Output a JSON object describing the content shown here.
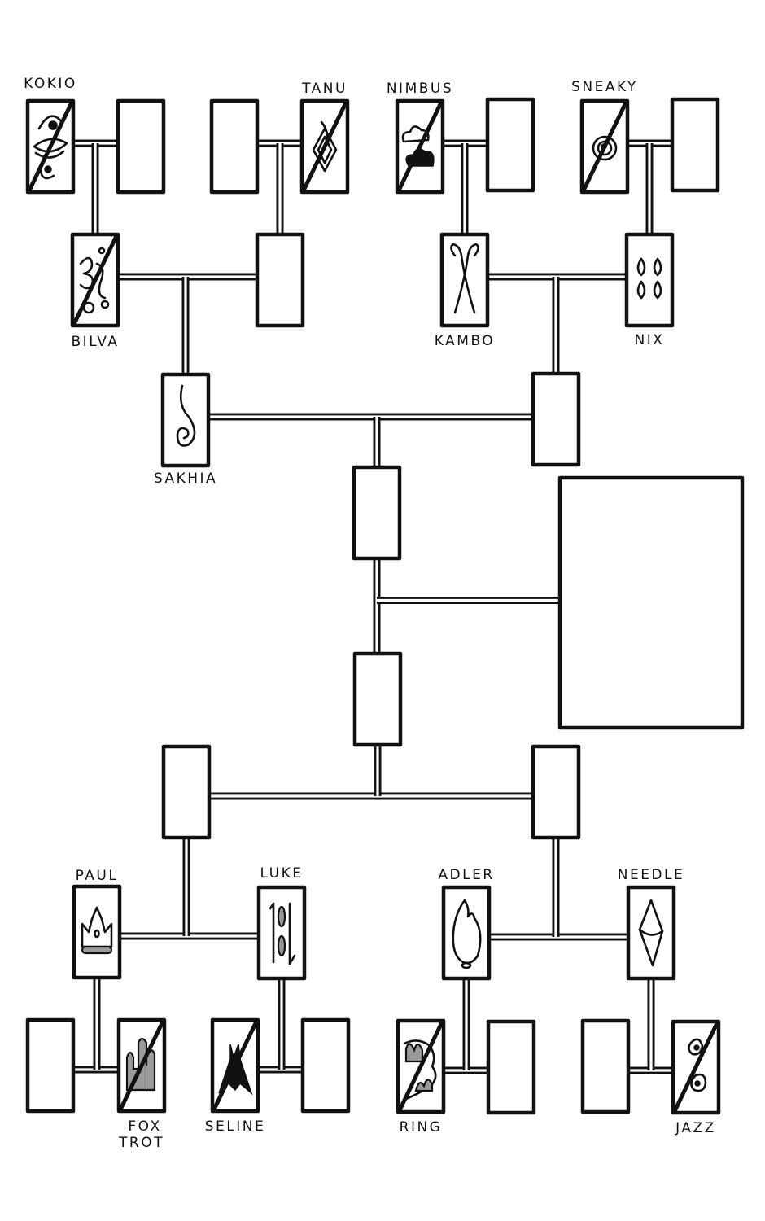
{
  "diagram": {
    "type": "family-tree",
    "title": "",
    "nodes": [
      {
        "id": "kokio",
        "name": "KOKIO",
        "symbol": "eye-swirl-glyph",
        "deceased": true,
        "generation": 1
      },
      {
        "id": "g1b",
        "name": "",
        "symbol": "",
        "deceased": false,
        "generation": 1
      },
      {
        "id": "g1c",
        "name": "",
        "symbol": "",
        "deceased": false,
        "generation": 1
      },
      {
        "id": "tanu",
        "name": "TANU",
        "symbol": "diamond-flame-glyph",
        "deceased": true,
        "generation": 1
      },
      {
        "id": "nimbus",
        "name": "NIMBUS",
        "symbol": "cloud-glyph",
        "deceased": true,
        "generation": 1
      },
      {
        "id": "g1f",
        "name": "",
        "symbol": "",
        "deceased": false,
        "generation": 1
      },
      {
        "id": "sneaky",
        "name": "SNEAKY",
        "symbol": "spiral-face-glyph",
        "deceased": true,
        "generation": 1
      },
      {
        "id": "g1h",
        "name": "",
        "symbol": "",
        "deceased": false,
        "generation": 1
      },
      {
        "id": "bilva",
        "name": "BILVA",
        "symbol": "om-glyph",
        "deceased": true,
        "generation": 2
      },
      {
        "id": "g2b",
        "name": "",
        "symbol": "",
        "deceased": false,
        "generation": 2
      },
      {
        "id": "kambo",
        "name": "KAMBO",
        "symbol": "ram-horns-glyph",
        "deceased": false,
        "generation": 2
      },
      {
        "id": "nix",
        "name": "NIX",
        "symbol": "four-leaves-glyph",
        "deceased": false,
        "generation": 2
      },
      {
        "id": "sakhia",
        "name": "SAKHIA",
        "symbol": "s-curl-glyph",
        "deceased": false,
        "generation": 3
      },
      {
        "id": "g3b",
        "name": "",
        "symbol": "",
        "deceased": false,
        "generation": 3
      },
      {
        "id": "center1",
        "name": "",
        "symbol": "",
        "deceased": false,
        "generation": 4
      },
      {
        "id": "spouse",
        "name": "",
        "symbol": "",
        "deceased": false,
        "generation": 4
      },
      {
        "id": "center2",
        "name": "",
        "symbol": "",
        "deceased": false,
        "generation": 5
      },
      {
        "id": "c6a",
        "name": "",
        "symbol": "",
        "deceased": false,
        "generation": 6
      },
      {
        "id": "c6b",
        "name": "",
        "symbol": "",
        "deceased": false,
        "generation": 6
      },
      {
        "id": "paul",
        "name": "PAUL",
        "symbol": "crown-glyph",
        "deceased": false,
        "generation": 7
      },
      {
        "id": "luke",
        "name": "LUKE",
        "symbol": "arrows-drops-glyph",
        "deceased": false,
        "generation": 7
      },
      {
        "id": "adler",
        "name": "ADLER",
        "symbol": "flame-glyph",
        "deceased": false,
        "generation": 7
      },
      {
        "id": "needle",
        "name": "NEEDLE",
        "symbol": "needle-diamond-glyph",
        "deceased": false,
        "generation": 7
      },
      {
        "id": "g8a",
        "name": "",
        "symbol": "",
        "deceased": false,
        "generation": 8
      },
      {
        "id": "foxtrot",
        "name": "FOX TROT",
        "symbol": "cactus-glyph",
        "deceased": true,
        "generation": 8
      },
      {
        "id": "seline",
        "name": "SELINE",
        "symbol": "bat-glyph",
        "deceased": true,
        "generation": 8
      },
      {
        "id": "g8d",
        "name": "",
        "symbol": "",
        "deceased": false,
        "generation": 8
      },
      {
        "id": "ring",
        "name": "RING",
        "symbol": "teeth-glyph",
        "deceased": true,
        "generation": 8
      },
      {
        "id": "g8f",
        "name": "",
        "symbol": "",
        "deceased": false,
        "generation": 8
      },
      {
        "id": "g8g",
        "name": "",
        "symbol": "",
        "deceased": false,
        "generation": 8
      },
      {
        "id": "jazz",
        "name": "JAZZ",
        "symbol": "percent-glyph",
        "deceased": true,
        "generation": 8
      }
    ],
    "unions": [
      {
        "partners": [
          "kokio",
          "g1b"
        ],
        "child": "bilva"
      },
      {
        "partners": [
          "g1c",
          "tanu"
        ],
        "child": "g2b"
      },
      {
        "partners": [
          "nimbus",
          "g1f"
        ],
        "child": "kambo"
      },
      {
        "partners": [
          "sneaky",
          "g1h"
        ],
        "child": "nix"
      },
      {
        "partners": [
          "bilva",
          "g2b"
        ],
        "child": "sakhia"
      },
      {
        "partners": [
          "kambo",
          "nix"
        ],
        "child": "g3b"
      },
      {
        "partners": [
          "sakhia",
          "g3b"
        ],
        "child": "center1"
      },
      {
        "partners": [
          "center1",
          "spouse"
        ],
        "child": "center2"
      },
      {
        "partners": [
          "c6a",
          "c6b"
        ],
        "child": "center2"
      },
      {
        "partners": [
          "paul",
          "luke"
        ],
        "child": "c6a"
      },
      {
        "partners": [
          "adler",
          "needle"
        ],
        "child": "c6b"
      },
      {
        "partners": [
          "g8a",
          "foxtrot"
        ],
        "child": "paul"
      },
      {
        "partners": [
          "seline",
          "g8d"
        ],
        "child": "luke"
      },
      {
        "partners": [
          "ring",
          "g8f"
        ],
        "child": "adler"
      },
      {
        "partners": [
          "g8g",
          "jazz"
        ],
        "child": "needle"
      }
    ]
  }
}
